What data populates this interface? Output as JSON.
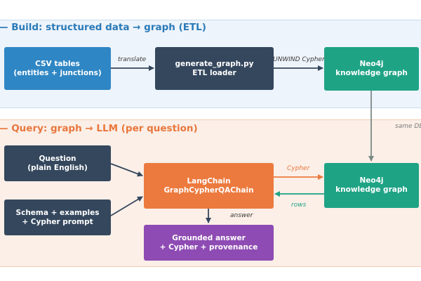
{
  "sections": {
    "build": {
      "title": "— Build: structured data → graph (ETL)"
    },
    "query": {
      "title": "— Query: graph → LLM (per question)"
    }
  },
  "nodes": {
    "csv": {
      "line1": "CSV tables",
      "line2": "(entities + junctions)"
    },
    "etl": {
      "line1": "generate_graph.py",
      "line2": "ETL loader"
    },
    "neo4j_build": {
      "line1": "Neo4j",
      "line2": "knowledge graph"
    },
    "question": {
      "line1": "Question",
      "line2": "(plain English)"
    },
    "schema": {
      "line1": "Schema + examples",
      "line2": "+ Cypher prompt"
    },
    "langchain": {
      "line1": "LangChain",
      "line2": "GraphCypherQAChain"
    },
    "neo4j_query": {
      "line1": "Neo4j",
      "line2": "knowledge graph"
    },
    "answer": {
      "line1": "Grounded answer",
      "line2": "+ Cypher + provenance"
    }
  },
  "edges": {
    "translate": "translate",
    "unwind": "UNWIND Cypher",
    "same_db": "same DB",
    "cypher": "Cypher",
    "rows": "rows",
    "answer": "answer"
  },
  "colors": {
    "build_accent": "#2a7ab8",
    "query_accent": "#e8773d",
    "blue_node": "#2f86c4",
    "slate_node": "#34475d",
    "teal_node": "#1fa385",
    "orange_node": "#ec7a3e",
    "purple_node": "#8e4bb3"
  }
}
